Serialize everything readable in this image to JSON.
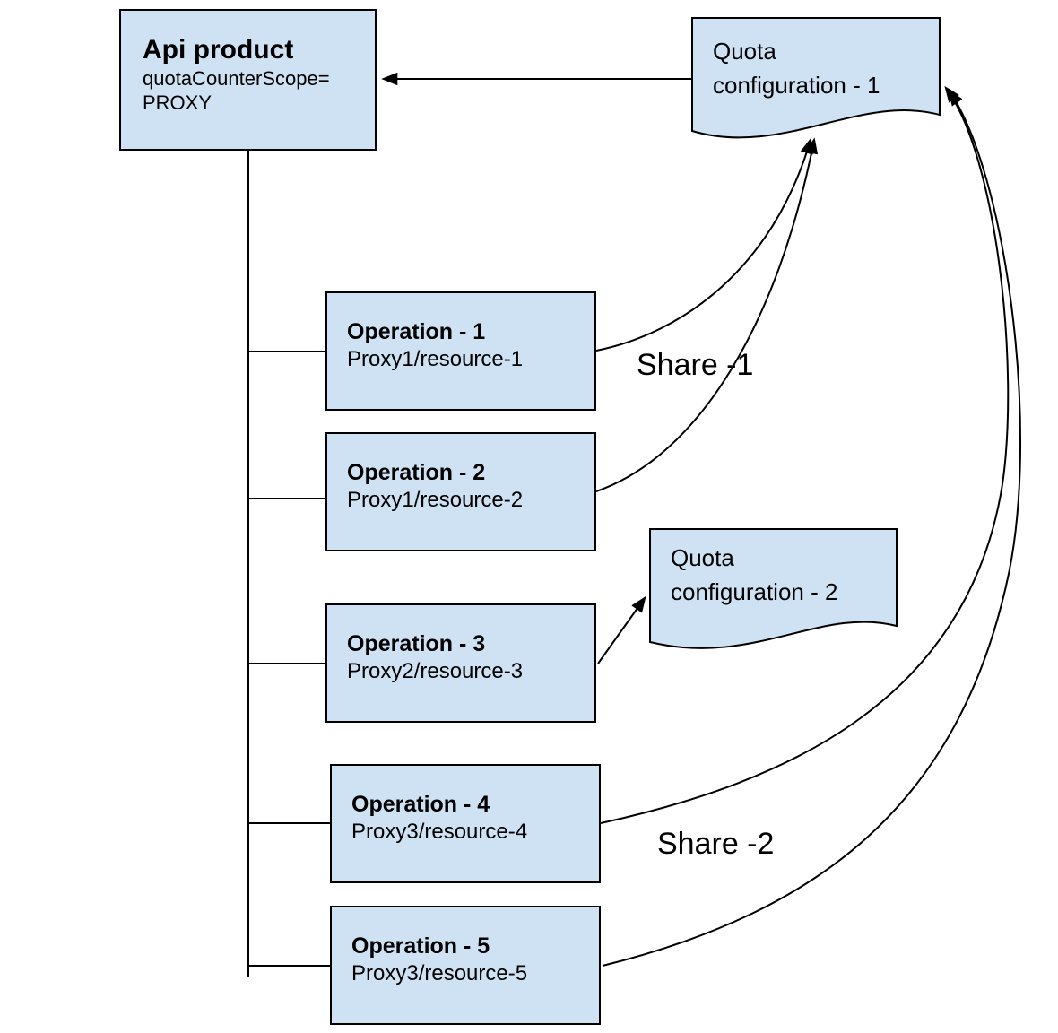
{
  "diagram": {
    "api_product": {
      "title": "Api product",
      "subtitle_line1": "quotaCounterScope=",
      "subtitle_line2": "PROXY"
    },
    "quota_configs": [
      {
        "line1": "Quota",
        "line2": "configuration - 1"
      },
      {
        "line1": "Quota",
        "line2": "configuration - 2"
      }
    ],
    "operations": [
      {
        "title": "Operation - 1",
        "subtitle": "Proxy1/resource-1"
      },
      {
        "title": "Operation - 2",
        "subtitle": "Proxy1/resource-2"
      },
      {
        "title": "Operation - 3",
        "subtitle": "Proxy2/resource-3"
      },
      {
        "title": "Operation - 4",
        "subtitle": "Proxy3/resource-4"
      },
      {
        "title": "Operation - 5",
        "subtitle": "Proxy3/resource-5"
      }
    ],
    "edge_labels": [
      {
        "text": "Share -1"
      },
      {
        "text": "Share -2"
      }
    ],
    "edges": [
      {
        "from": "Quota configuration - 1",
        "to": "Api product",
        "label": ""
      },
      {
        "from": "Operation - 1",
        "to": "Quota configuration - 1",
        "label": "Share -1"
      },
      {
        "from": "Operation - 2",
        "to": "Quota configuration - 1",
        "label": "Share -1"
      },
      {
        "from": "Operation - 3",
        "to": "Quota configuration - 2",
        "label": ""
      },
      {
        "from": "Operation - 4",
        "to": "Quota configuration - 1",
        "label": "Share -2"
      },
      {
        "from": "Operation - 5",
        "to": "Quota configuration - 1",
        "label": "Share -2"
      },
      {
        "from": "Api product",
        "to": "Operation - 1..5",
        "label": ""
      }
    ],
    "colors": {
      "shape_fill": "#cfe2f3",
      "shape_border": "#000000",
      "connector": "#000000",
      "text": "#000000",
      "background": "#ffffff"
    }
  }
}
